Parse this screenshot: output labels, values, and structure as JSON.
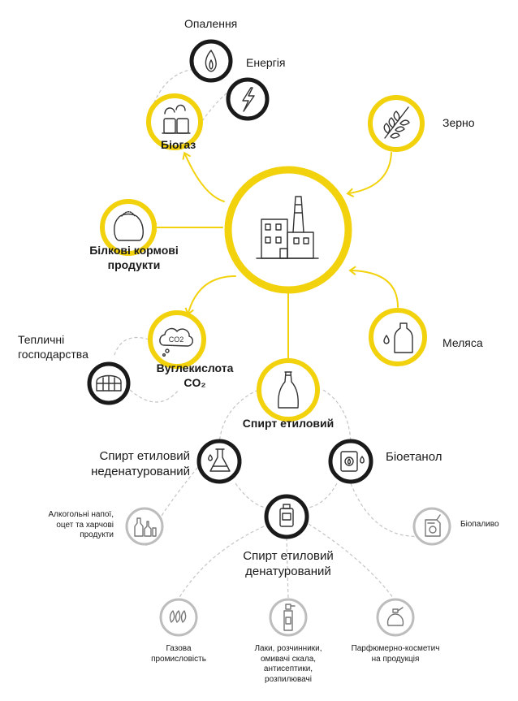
{
  "colors": {
    "yellow": "#f2d20d",
    "black": "#1a1a1a",
    "gray": "#bdbdbd",
    "dash": "#c4c4c4",
    "line_icon": "#333333"
  },
  "labels": {
    "heating": "Опалення",
    "energy": "Енергія",
    "biogas": "Біогаз",
    "grain": "Зерно",
    "protein_feed": "Білкові кормові\nпродукти",
    "greenhouse": "Тепличні\nгосподарства",
    "co2": "Вуглекислота\nCO₂",
    "molasses": "Меляса",
    "ethyl_alcohol": "Спирт етиловий",
    "undenatured": "Спирт етиловий\nнеденатурований",
    "bioethanol": "Біоетанол",
    "beverages": "Алкогольні напої,\nоцет та харчові\nпродукти",
    "biofuel": "Біопаливо",
    "denatured": "Спирт етиловий\nденатурований",
    "gas_industry": "Газова\nпромисловість",
    "varnishes": "Лаки, розчинники,\nомивачі скала,\nантисептики,\nрозпилювачі",
    "perfumery": "Парфюмерно-косметич\nна продукція",
    "co2_icon_text": "CO2"
  },
  "icons": [
    "factory-icon",
    "flame-icon",
    "lightning-icon",
    "biogas-plant-icon",
    "wheat-icon",
    "feed-sack-icon",
    "co2-cloud-icon",
    "greenhouse-icon",
    "oil-bottle-icon",
    "alcohol-bottle-icon",
    "lab-flask-icon",
    "bioethanol-barrel-icon",
    "beverage-bottles-icon",
    "fuel-canister-icon",
    "denatured-bottle-icon",
    "gas-flame-icon",
    "spray-bottle-icon",
    "perfume-bottle-icon"
  ]
}
